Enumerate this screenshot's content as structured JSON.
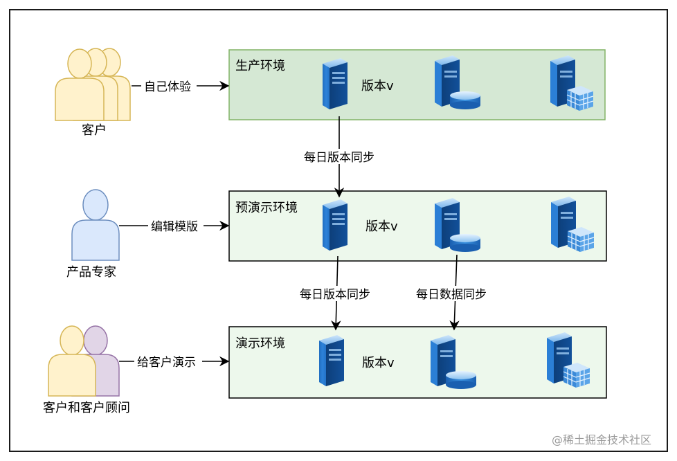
{
  "environments": [
    {
      "title": "生产环境",
      "version_label": "版本v"
    },
    {
      "title": "预演示环境",
      "version_label": "版本v"
    },
    {
      "title": "演示环境",
      "version_label": "版本v"
    }
  ],
  "actors": [
    {
      "label": "客户",
      "action": "自己体验"
    },
    {
      "label": "产品专家",
      "action": "编辑模版"
    },
    {
      "label": "客户和客户顾问",
      "action": "给客户演示"
    }
  ],
  "sync_edges": {
    "prod_to_pre_version": "每日版本同步",
    "pre_to_demo_version": "每日版本同步",
    "pre_to_demo_data": "每日数据同步"
  },
  "icons": [
    "web-server-icon",
    "database-server-icon",
    "storage-server-icon",
    "user-group-icon",
    "user-icon"
  ],
  "colors": {
    "prod_fill": "#d5e8d4",
    "prod_border": "#82b366",
    "env_fill": "#edf8ec",
    "actor_yellow": "#fff2cc",
    "actor_yellow_border": "#d6b656",
    "actor_blue": "#dae8fc",
    "actor_blue_border": "#6c8ebf",
    "actor_purple": "#e1d5e7",
    "actor_purple_border": "#9673a6",
    "server_blue": "#1f6fc2"
  },
  "watermark": "@稀土掘金技术社区"
}
